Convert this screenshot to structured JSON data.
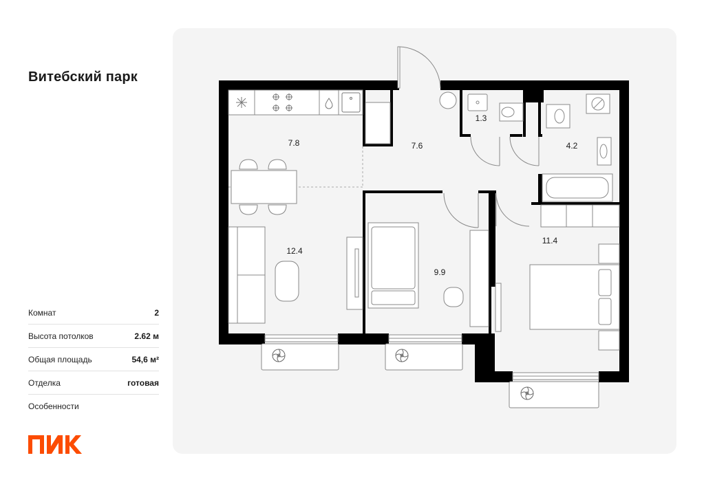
{
  "project": {
    "title": "Витебский парк"
  },
  "specs": [
    {
      "label": "Комнат",
      "value": "2"
    },
    {
      "label": "Высота потолков",
      "value": "2.62 м"
    },
    {
      "label": "Общая площадь",
      "value": "54,6 м²"
    },
    {
      "label": "Отделка",
      "value": "готовая"
    },
    {
      "label": "Особенности",
      "value": ""
    }
  ],
  "logo": {
    "text": "ПИК",
    "color": "#fc4c02"
  },
  "rooms": [
    {
      "name": "kitchen",
      "area": "7.8"
    },
    {
      "name": "hallway",
      "area": "7.6"
    },
    {
      "name": "toilet",
      "area": "1.3"
    },
    {
      "name": "bathroom",
      "area": "4.2"
    },
    {
      "name": "living-room",
      "area": "12.4"
    },
    {
      "name": "bedroom-small",
      "area": "9.9"
    },
    {
      "name": "bedroom-large",
      "area": "11.4"
    }
  ],
  "colors": {
    "wall": "#000000",
    "line": "#888888",
    "panel": "#f4f4f4"
  }
}
